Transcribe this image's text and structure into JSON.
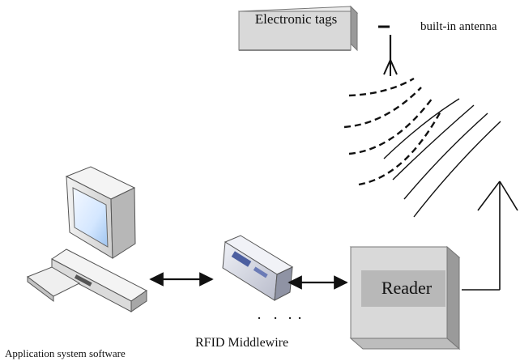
{
  "diagram": {
    "tag_label": "Electronic tags",
    "antenna_label": "built-in antenna",
    "reader_label": "Reader",
    "middleware_label": "RFID Middlewire",
    "app_label": "Application system software"
  },
  "components": {
    "tags_box": "tags-box",
    "reader_box": "reader-box",
    "middleware_device": "middleware-device",
    "computer": "computer-workstation",
    "reader_antenna": "reader-antenna",
    "tag_antenna": "tag-antenna"
  },
  "colors": {
    "box_face": "#d9d9d9",
    "box_side": "#9a9a9a",
    "reader_inner": "#b8b8b8",
    "middleware_face": "#c9cbd6",
    "line": "#111111"
  }
}
